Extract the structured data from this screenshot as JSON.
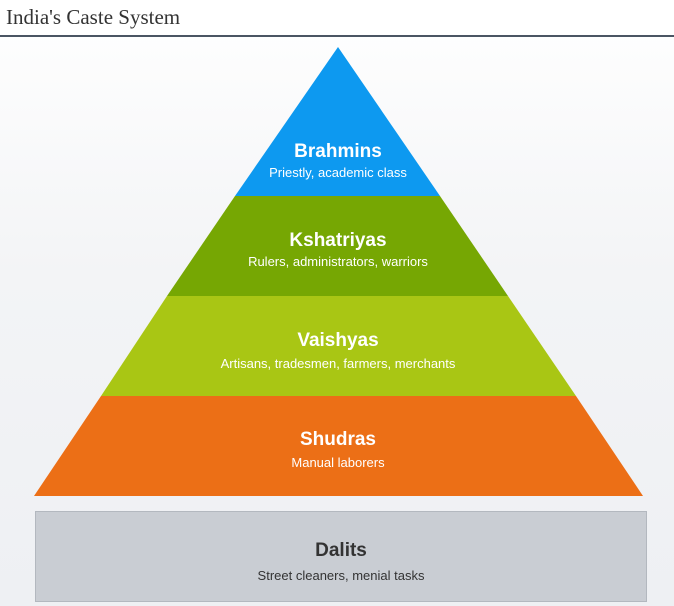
{
  "title": "India's Caste System",
  "tiers": [
    {
      "name": "Brahmins",
      "description": "Priestly, academic class",
      "color": "#0d99f0"
    },
    {
      "name": "Kshatriyas",
      "description": "Rulers, administrators, warriors",
      "color": "#76a703"
    },
    {
      "name": "Vaishyas",
      "description": "Artisans, tradesmen, farmers, merchants",
      "color": "#a9c614"
    },
    {
      "name": "Shudras",
      "description": "Manual laborers",
      "color": "#ec6f16"
    }
  ],
  "base": {
    "name": "Dalits",
    "description": "Street cleaners, menial tasks",
    "color": "#c9cdd3"
  }
}
